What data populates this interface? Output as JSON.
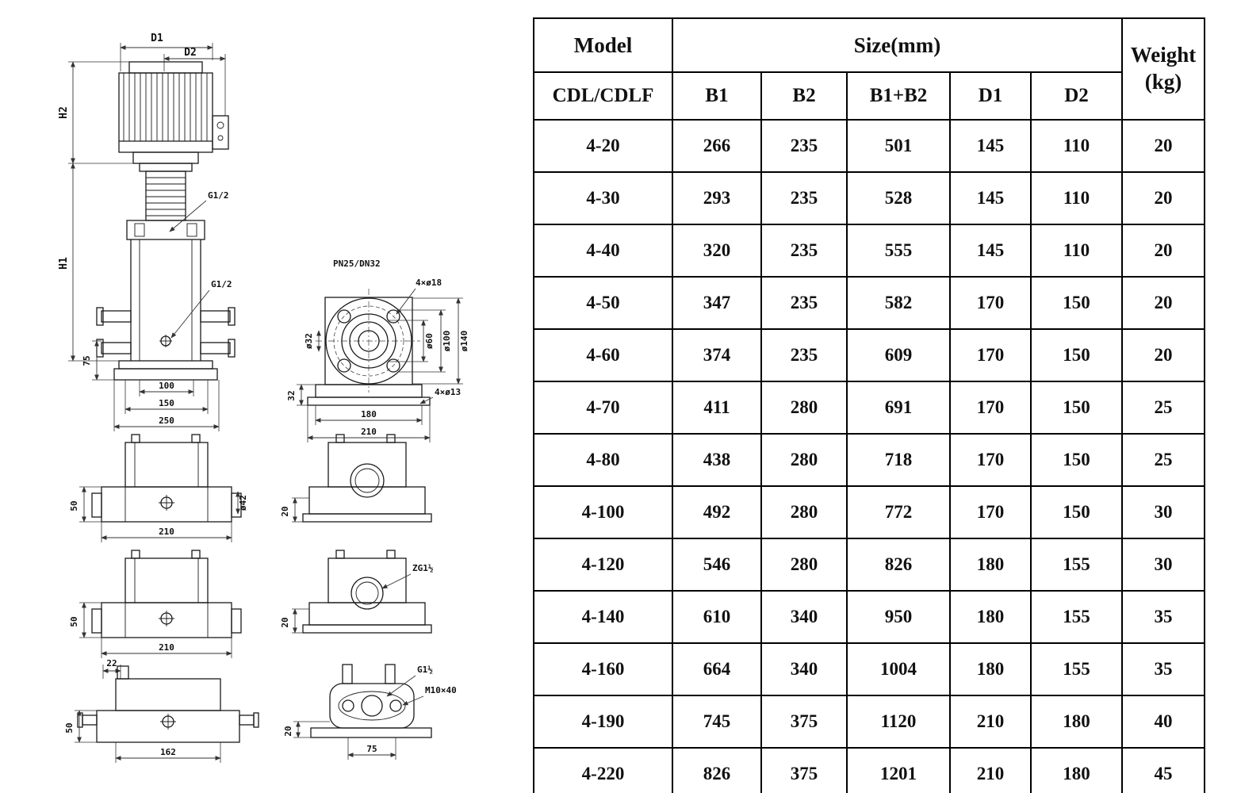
{
  "drawing": {
    "front": {
      "d1": "D1",
      "d2": "D2",
      "h2": "H2",
      "h1": "H1",
      "g12_top": "G1/2",
      "g12_mid": "G1/2",
      "dim75": "75",
      "dim100": "100",
      "dim150": "150",
      "dim250": "250"
    },
    "flange": {
      "pn": "PN25/DN32",
      "holes_top": "4×ø18",
      "bore": "ø32",
      "d60": "ø60",
      "d100": "ø100",
      "d140": "ø140",
      "dim32": "32",
      "dim180": "180",
      "dim210": "210",
      "holes_bottom": "4×ø13"
    },
    "base2": {
      "dim50": "50",
      "dim210": "210",
      "d42": "ø42"
    },
    "base2r": {
      "dim20": "20"
    },
    "base3": {
      "dim50": "50",
      "dim210": "210"
    },
    "base3r": {
      "zg": "ZG1½",
      "dim20": "20"
    },
    "base4": {
      "dim22": "22",
      "dim50": "50",
      "dim162": "162"
    },
    "base4r": {
      "g": "G1½",
      "m10": "M10×40",
      "dim20": "20",
      "dim75": "75"
    }
  },
  "table": {
    "header": {
      "model": "Model",
      "size": "Size(mm)",
      "weight": "Weight",
      "weight_unit": "(kg)",
      "sub": {
        "series": "CDL/CDLF",
        "b1": "B1",
        "b2": "B2",
        "b1b2": "B1+B2",
        "d1": "D1",
        "d2": "D2"
      }
    },
    "rows": [
      [
        "4-20",
        "266",
        "235",
        "501",
        "145",
        "110",
        "20"
      ],
      [
        "4-30",
        "293",
        "235",
        "528",
        "145",
        "110",
        "20"
      ],
      [
        "4-40",
        "320",
        "235",
        "555",
        "145",
        "110",
        "20"
      ],
      [
        "4-50",
        "347",
        "235",
        "582",
        "170",
        "150",
        "20"
      ],
      [
        "4-60",
        "374",
        "235",
        "609",
        "170",
        "150",
        "20"
      ],
      [
        "4-70",
        "411",
        "280",
        "691",
        "170",
        "150",
        "25"
      ],
      [
        "4-80",
        "438",
        "280",
        "718",
        "170",
        "150",
        "25"
      ],
      [
        "4-100",
        "492",
        "280",
        "772",
        "170",
        "150",
        "30"
      ],
      [
        "4-120",
        "546",
        "280",
        "826",
        "180",
        "155",
        "30"
      ],
      [
        "4-140",
        "610",
        "340",
        "950",
        "180",
        "155",
        "35"
      ],
      [
        "4-160",
        "664",
        "340",
        "1004",
        "180",
        "155",
        "35"
      ],
      [
        "4-190",
        "745",
        "375",
        "1120",
        "210",
        "180",
        "40"
      ],
      [
        "4-220",
        "826",
        "375",
        "1201",
        "210",
        "180",
        "45"
      ]
    ]
  }
}
